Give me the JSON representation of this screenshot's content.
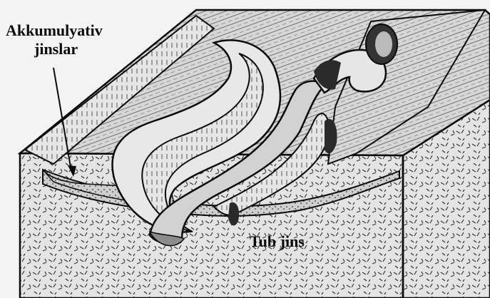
{
  "labels": {
    "accumulative_line1": "Akkumulyativ",
    "accumulative_line2": "jinslar",
    "bedrock": "Tub jins"
  },
  "colors": {
    "ink": "#0a0a0a",
    "paper": "#f3f3f3",
    "bedrock_fill": "#dcdcdc",
    "sediment_fill": "#bdbdbd",
    "water_fill": "#cfcfcf",
    "terrace_fill": "#e2e2e2"
  }
}
